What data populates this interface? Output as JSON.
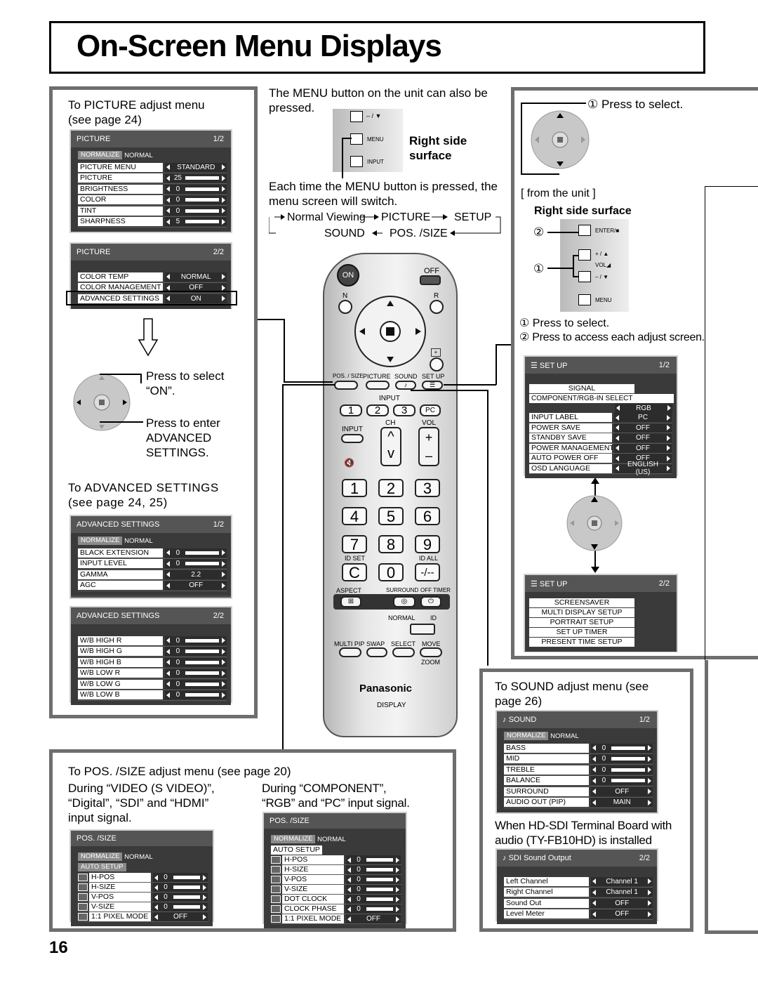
{
  "title": "On-Screen Menu Displays",
  "page_number": "16",
  "left": {
    "picture_caption": "To PICTURE adjust menu (see page 24)",
    "picture1": {
      "title": "PICTURE",
      "page": "1/2",
      "normalize": "NORMALIZE",
      "normal": "NORMAL",
      "rows": [
        {
          "label": "PICTURE MENU",
          "value": "STANDARD"
        },
        {
          "label": "PICTURE",
          "value": "25"
        },
        {
          "label": "BRIGHTNESS",
          "value": "0"
        },
        {
          "label": "COLOR",
          "value": "0"
        },
        {
          "label": "TINT",
          "value": "0"
        },
        {
          "label": "SHARPNESS",
          "value": "5"
        }
      ]
    },
    "picture2": {
      "title": "PICTURE",
      "page": "2/2",
      "rows": [
        {
          "label": "COLOR TEMP",
          "value": "NORMAL"
        },
        {
          "label": "COLOR MANAGEMENT",
          "value": "OFF"
        },
        {
          "label": "ADVANCED SETTINGS",
          "value": "ON"
        }
      ]
    },
    "press_select_on": "Press to select “ON”.",
    "press_enter_adv": "Press to enter ADVANCED SETTINGS.",
    "adv_caption": "To ADVANCED SETTINGS (see page 24, 25)",
    "adv1": {
      "title": "ADVANCED SETTINGS",
      "page": "1/2",
      "normalize": "NORMALIZE",
      "normal": "NORMAL",
      "rows": [
        {
          "label": "BLACK EXTENSION",
          "value": "0"
        },
        {
          "label": "INPUT LEVEL",
          "value": "0"
        },
        {
          "label": "GAMMA",
          "value": "2.2"
        },
        {
          "label": "AGC",
          "value": "OFF"
        }
      ]
    },
    "adv2": {
      "title": "ADVANCED SETTINGS",
      "page": "2/2",
      "rows": [
        {
          "label": "W/B HIGH R",
          "value": "0"
        },
        {
          "label": "W/B HIGH G",
          "value": "0"
        },
        {
          "label": "W/B HIGH B",
          "value": "0"
        },
        {
          "label": "W/B LOW R",
          "value": "0"
        },
        {
          "label": "W/B LOW G",
          "value": "0"
        },
        {
          "label": "W/B LOW B",
          "value": "0"
        }
      ]
    }
  },
  "middle": {
    "menu_note": "The MENU button on the unit can also be pressed.",
    "side_labels": [
      "– / ▼",
      "MENU",
      "INPUT"
    ],
    "right_side_surface": "Right side surface",
    "switch_note": "Each time the MENU button is pressed, the menu screen will switch.",
    "flow": {
      "normal": "Normal Viewing",
      "picture": "PICTURE",
      "setup": "SETUP",
      "sound": "SOUND",
      "pos": "POS. /SIZE"
    }
  },
  "remote": {
    "on": "ON",
    "off": "OFF",
    "n": "N",
    "r": "R",
    "pos_size": "POS. / SIZE",
    "picture": "PICTURE",
    "sound": "SOUND",
    "setup": "SET UP",
    "input_top": "INPUT",
    "k1": "1",
    "k2": "2",
    "k3": "3",
    "pc": "PC",
    "ch": "CH",
    "vol": "VOL",
    "input": "INPUT",
    "n1": "1",
    "n2": "2",
    "n3": "3",
    "n4": "4",
    "n5": "5",
    "n6": "6",
    "n7": "7",
    "n8": "8",
    "n9": "9",
    "id_set": "ID SET",
    "id_all": "ID ALL",
    "c": "C",
    "n0": "0",
    "dash": "-/--",
    "aspect": "ASPECT",
    "surround": "SURROUND",
    "off_timer": "OFF TIMER",
    "normal": "NORMAL",
    "id": "ID",
    "multi_pip": "MULTI PIP",
    "swap": "SWAP",
    "select": "SELECT",
    "move": "MOVE",
    "zoom": "ZOOM",
    "brand": "Panasonic",
    "display": "DISPLAY"
  },
  "right": {
    "press_select_1": "Press to select.",
    "from_unit": "[ from the unit ]",
    "right_side_surface": "Right side surface",
    "unit_labels": [
      "ENTER/■",
      "+ / ▲",
      "VOL◢",
      "– / ▼",
      "MENU"
    ],
    "circ1": "①",
    "circ2": "②",
    "press_select": "Press to select.",
    "press_access": "Press to access each adjust screen.",
    "setup1": {
      "title": "SET UP",
      "page": "1/2",
      "signal": "SIGNAL",
      "component": "COMPONENT/RGB-IN SELECT",
      "component_value": "RGB",
      "rows": [
        {
          "label": "INPUT LABEL",
          "value": "PC"
        },
        {
          "label": "POWER SAVE",
          "value": "OFF"
        },
        {
          "label": "STANDBY SAVE",
          "value": "OFF"
        },
        {
          "label": "POWER MANAGEMENT",
          "value": "OFF"
        },
        {
          "label": "AUTO POWER OFF",
          "value": "OFF"
        },
        {
          "label": "OSD LANGUAGE",
          "value": "ENGLISH (US)"
        }
      ]
    },
    "setup2": {
      "title": "SET UP",
      "page": "2/2",
      "items": [
        "SCREENSAVER",
        "MULTI DISPLAY SETUP",
        "PORTRAIT SETUP",
        "SET UP TIMER",
        "PRESENT TIME SETUP"
      ]
    }
  },
  "sound": {
    "caption": "To SOUND adjust menu (see page 26)",
    "menu": {
      "title": "SOUND",
      "page": "1/2",
      "normalize": "NORMALIZE",
      "normal": "NORMAL",
      "rows": [
        {
          "label": "BASS",
          "value": "0"
        },
        {
          "label": "MID",
          "value": "0"
        },
        {
          "label": "TREBLE",
          "value": "0"
        },
        {
          "label": "BALANCE",
          "value": "0"
        },
        {
          "label": "SURROUND",
          "value": "OFF"
        },
        {
          "label": "AUDIO OUT (PIP)",
          "value": "MAIN"
        }
      ]
    },
    "sdi_caption": "When HD-SDI Terminal Board with audio (TY-FB10HD) is installed",
    "sdi": {
      "title": "SDI Sound Output",
      "page": "2/2",
      "rows": [
        {
          "label": "Left Channel",
          "value": "Channel 1"
        },
        {
          "label": "Right Channel",
          "value": "Channel 1"
        },
        {
          "label": "Sound Out",
          "value": "OFF"
        },
        {
          "label": "Level Meter",
          "value": "OFF"
        }
      ]
    }
  },
  "pos": {
    "caption": "To POS. /SIZE adjust menu (see page 20)",
    "video_caption": "During “VIDEO (S VIDEO)”, “Digital”, “SDI” and “HDMI” input signal.",
    "comp_caption": "During “COMPONENT”, “RGB” and “PC” input signal.",
    "menu1": {
      "title": "POS. /SIZE",
      "normalize": "NORMALIZE",
      "normal": "NORMAL",
      "auto": "AUTO SETUP",
      "rows": [
        {
          "label": "H-POS",
          "value": "0"
        },
        {
          "label": "H-SIZE",
          "value": "0"
        },
        {
          "label": "V-POS",
          "value": "0"
        },
        {
          "label": "V-SIZE",
          "value": "0"
        },
        {
          "label": "1:1 PIXEL MODE",
          "value": "OFF"
        }
      ]
    },
    "menu2": {
      "title": "POS. /SIZE",
      "normalize": "NORMALIZE",
      "normal": "NORMAL",
      "auto": "AUTO SETUP",
      "rows": [
        {
          "label": "H-POS",
          "value": "0"
        },
        {
          "label": "H-SIZE",
          "value": "0"
        },
        {
          "label": "V-POS",
          "value": "0"
        },
        {
          "label": "V-SIZE",
          "value": "0"
        },
        {
          "label": "DOT CLOCK",
          "value": "0"
        },
        {
          "label": "CLOCK PHASE",
          "value": "0"
        },
        {
          "label": "1:1 PIXEL MODE",
          "value": "OFF"
        }
      ]
    }
  }
}
